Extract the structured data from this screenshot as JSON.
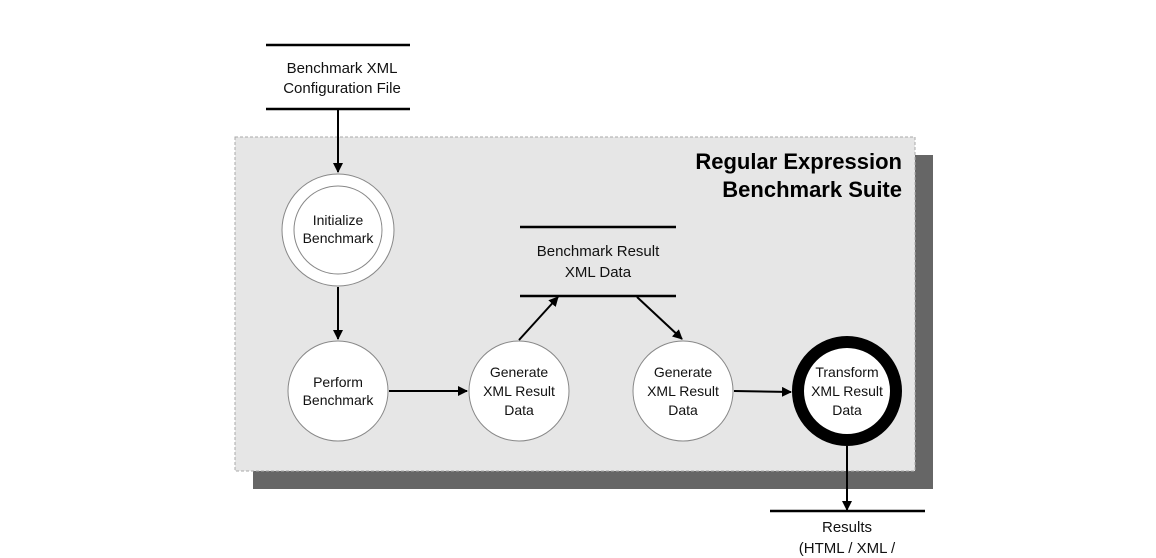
{
  "suite": {
    "title_lines": [
      "Regular Expression",
      "Benchmark Suite"
    ],
    "colors": {
      "panel_fill": "#e6e6e6",
      "panel_border": "#aaaaaa",
      "shadow": "#666666"
    }
  },
  "data_stores": [
    {
      "id": "config",
      "lines": [
        "Benchmark XML",
        "Configuration File"
      ]
    },
    {
      "id": "result-data",
      "lines": [
        "Benchmark Result",
        "XML Data"
      ]
    },
    {
      "id": "results",
      "lines": [
        "Results",
        "(HTML / XML /"
      ]
    }
  ],
  "processes": [
    {
      "id": "initialize",
      "lines": [
        "Initialize",
        "Benchmark"
      ],
      "style": "double"
    },
    {
      "id": "perform",
      "lines": [
        "Perform",
        "Benchmark"
      ],
      "style": "normal"
    },
    {
      "id": "generate1",
      "lines": [
        "Generate",
        "XML Result",
        "Data"
      ],
      "style": "normal"
    },
    {
      "id": "generate2",
      "lines": [
        "Generate",
        "XML Result",
        "Data"
      ],
      "style": "normal"
    },
    {
      "id": "transform",
      "lines": [
        "Transform",
        "XML Result",
        "Data"
      ],
      "style": "thick"
    }
  ],
  "flows": [
    {
      "from": "config",
      "to": "initialize"
    },
    {
      "from": "initialize",
      "to": "perform"
    },
    {
      "from": "perform",
      "to": "generate1"
    },
    {
      "from": "generate1",
      "to": "result-data"
    },
    {
      "from": "result-data",
      "to": "generate2"
    },
    {
      "from": "generate2",
      "to": "transform"
    },
    {
      "from": "transform",
      "to": "results"
    }
  ]
}
